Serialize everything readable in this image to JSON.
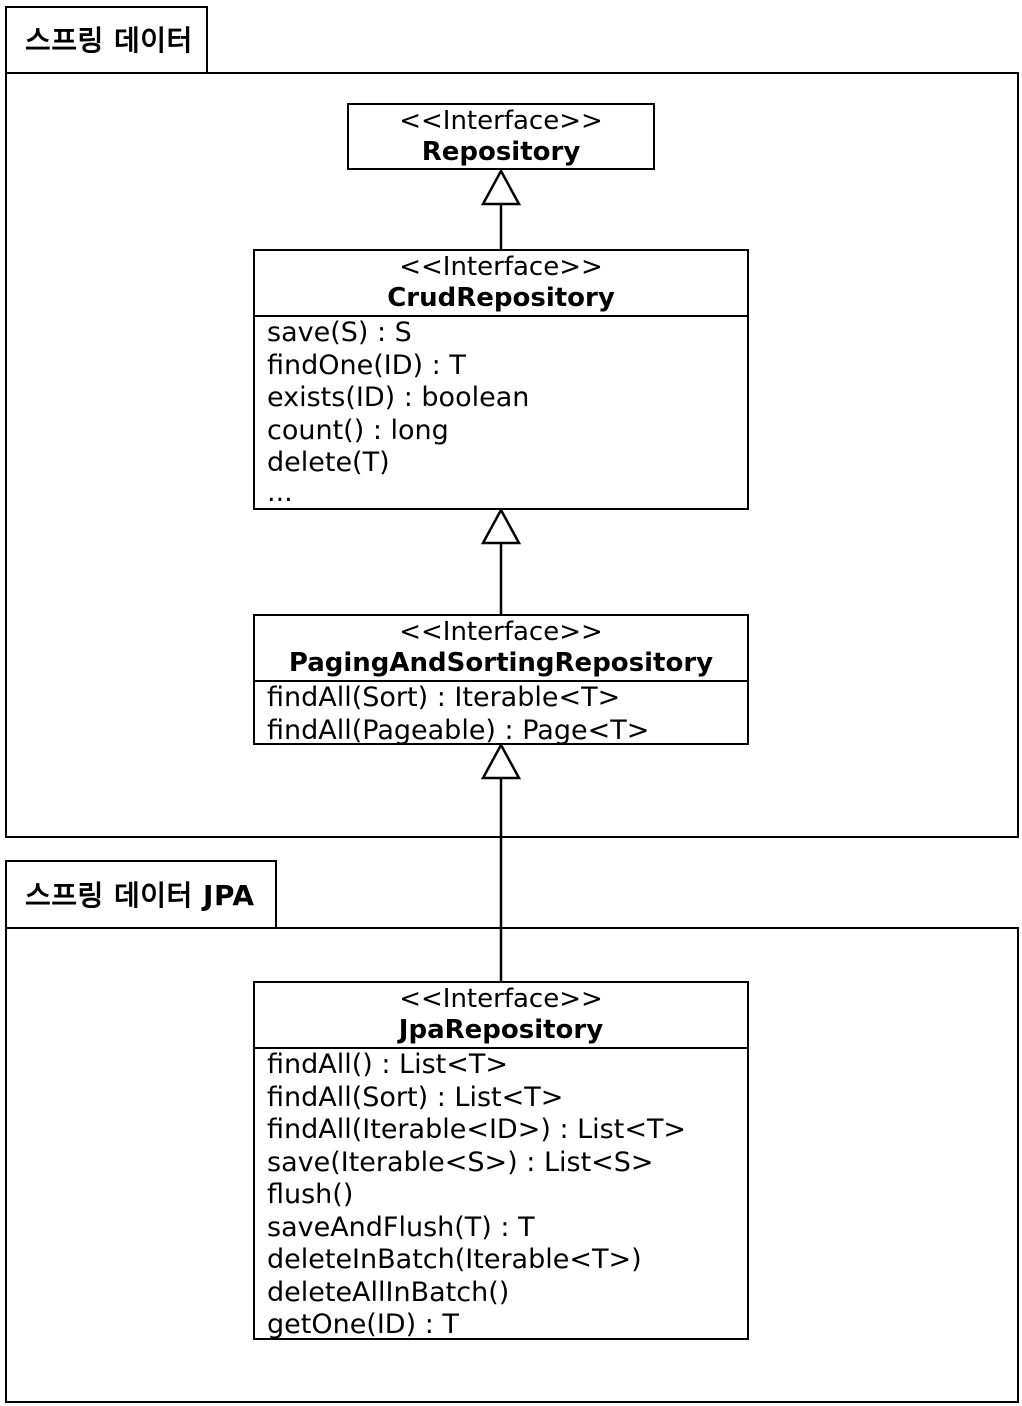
{
  "packages": [
    {
      "id": "spring-data",
      "title": "스프링 데이터"
    },
    {
      "id": "spring-data-jpa",
      "title": "스프링 데이터 JPA"
    }
  ],
  "classes": [
    {
      "id": "repository",
      "stereotype": "<<Interface>>",
      "name": "Repository",
      "methods": []
    },
    {
      "id": "crud",
      "stereotype": "<<Interface>>",
      "name": "CrudRepository",
      "methods": [
        "save(S) : S",
        "findOne(ID) : T",
        "exists(ID) : boolean",
        "count() : long",
        "delete(T)",
        "..."
      ]
    },
    {
      "id": "paging",
      "stereotype": "<<Interface>>",
      "name": "PagingAndSortingRepository",
      "methods": [
        "findAll(Sort) : Iterable<T>",
        "findAll(Pageable) : Page<T>"
      ]
    },
    {
      "id": "jpa",
      "stereotype": "<<Interface>>",
      "name": "JpaRepository",
      "methods": [
        "findAll() : List<T>",
        "findAll(Sort) : List<T>",
        "findAll(Iterable<ID>) : List<T>",
        "save(Iterable<S>) : List<S>",
        "flush()",
        "saveAndFlush(T) : T",
        "deleteInBatch(Iterable<T>)",
        "deleteAllInBatch()",
        "getOne(ID) : T"
      ]
    }
  ],
  "relations": [
    {
      "type": "generalization",
      "from": "crud",
      "to": "repository"
    },
    {
      "type": "generalization",
      "from": "paging",
      "to": "crud"
    },
    {
      "type": "generalization",
      "from": "jpa",
      "to": "paging"
    }
  ]
}
